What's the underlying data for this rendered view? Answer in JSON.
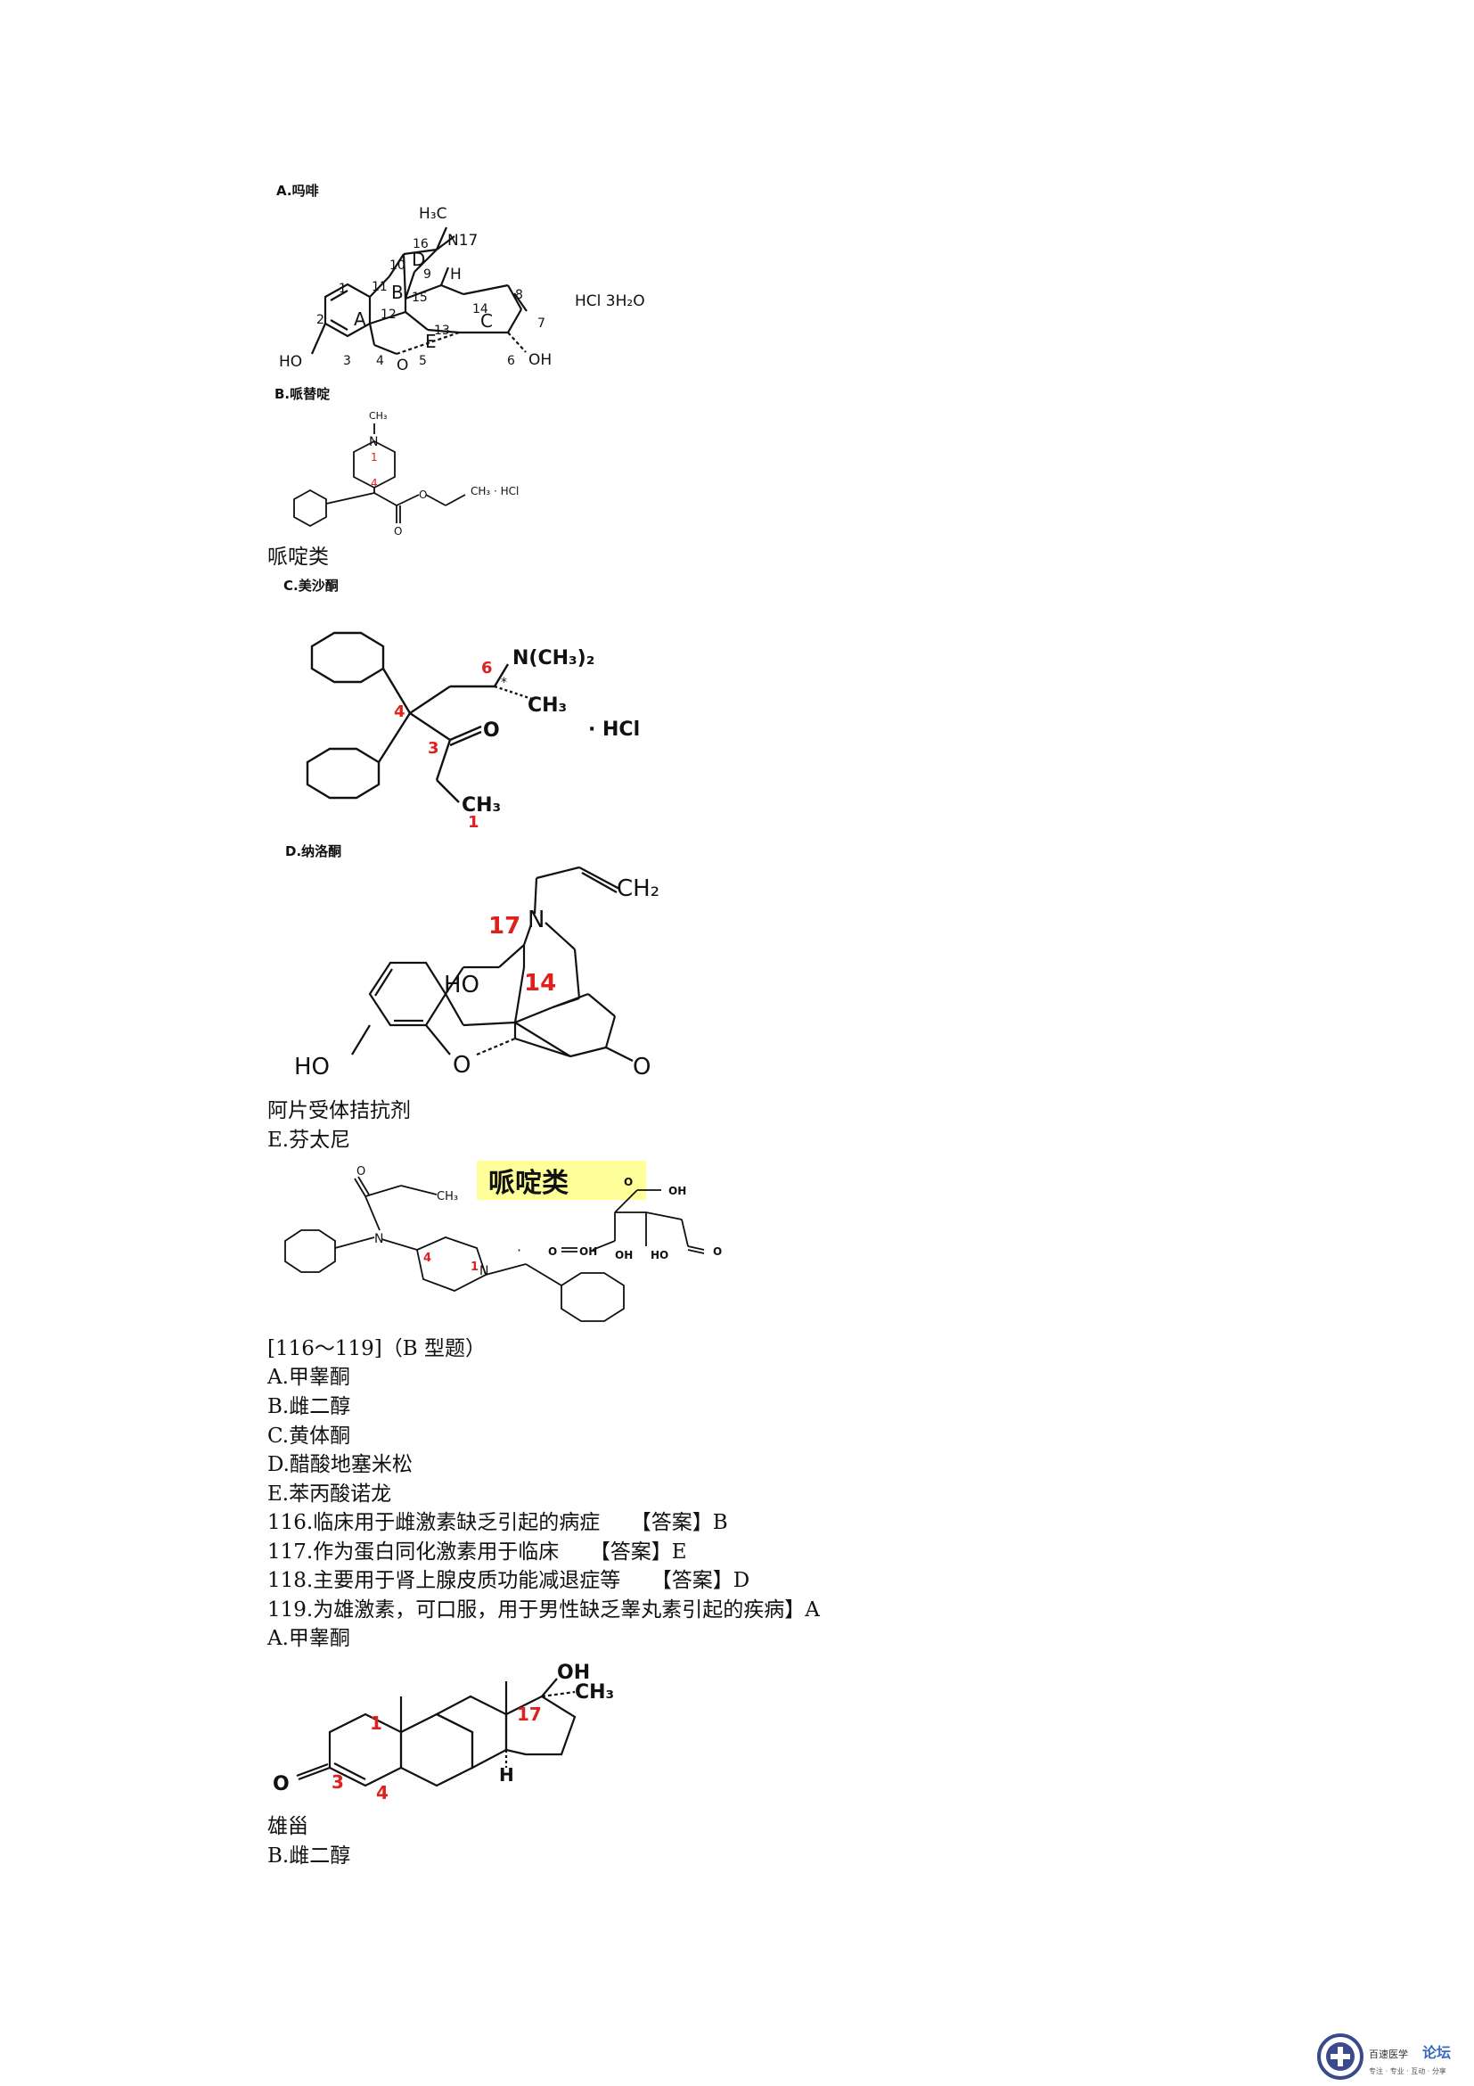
{
  "figures": {
    "a": {
      "caption": "A.吗啡",
      "salt": "HCl  3H₂O"
    },
    "b": {
      "caption": "B.哌替啶",
      "salt": "CH₃ · HCl"
    },
    "c": {
      "caption": "C.美沙酮",
      "salt": "· HCl"
    },
    "d": {
      "caption": "D.纳洛酮"
    },
    "e": {
      "banner": "哌啶类"
    },
    "steroid": {}
  },
  "lines": [
    "哌啶类",
    "阿片受体拮抗剂",
    "E.芬太尼",
    "[116～119]（B 型题）",
    "A.甲睾酮",
    "B.雌二醇",
    "C.黄体酮",
    "D.醋酸地塞米松",
    "E.苯丙酸诺龙",
    "116.临床用于雌激素缺乏引起的病症　　【答案】B",
    "117.作为蛋白同化激素用于临床　　【答案】E",
    "118.主要用于肾上腺皮质功能减退症等　　【答案】D",
    "119.为雄激素，可口服，用于男性缺乏睾丸素引起的疾病】A",
    "A.甲睾酮",
    "雄甾",
    "B.雌二醇"
  ],
  "logo": {
    "name": "百速医学",
    "title": "论坛",
    "tagline": "专注 · 专业 · 互动 · 分享"
  }
}
